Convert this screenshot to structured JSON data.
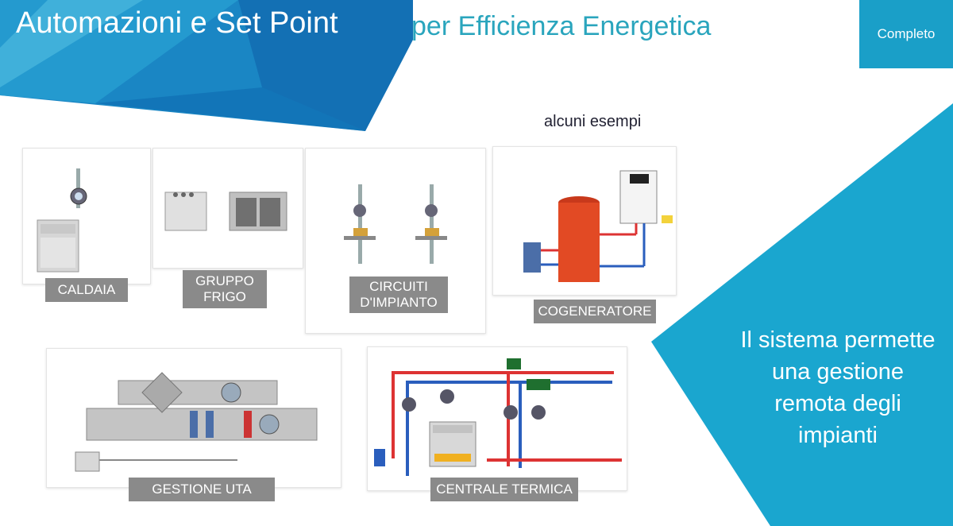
{
  "header": {
    "title": "Automazioni e  Set Point",
    "subtitle": "per Efficienza  Energetica",
    "badge": "Completo"
  },
  "examples_label": "alcuni esempi",
  "side_text": [
    "Il sistema permette",
    "una gestione",
    "remota degli",
    "impianti"
  ],
  "panels": {
    "caldaia": {
      "label": "CALDAIA"
    },
    "frigo": {
      "label_line1": "GRUPPO",
      "label_line2": "FRIGO"
    },
    "circuiti": {
      "label_line1": "CIRCUITI",
      "label_line2": "D'IMPIANTO"
    },
    "cogeneratore": {
      "label": "COGENERATORE"
    },
    "uta": {
      "label": "GESTIONE UTA"
    },
    "centrale": {
      "label": "CENTRALE TERMICA"
    }
  },
  "colors": {
    "accent_blue": "#1a9fc8",
    "title_teal": "#2aa5bd",
    "label_gray": "#8a8a8a"
  }
}
